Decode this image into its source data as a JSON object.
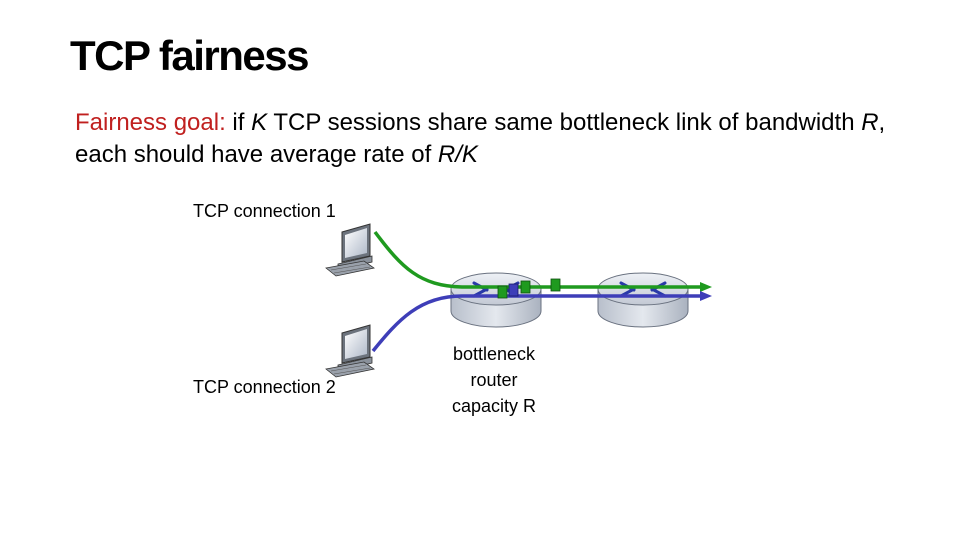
{
  "slide": {
    "title": "TCP fairness",
    "goal": {
      "label": "Fairness goal:",
      "t1": " if ",
      "k": "K",
      "t2": " TCP sessions share same bottleneck link of bandwidth ",
      "r": "R",
      "t3": ", each should have average rate of ",
      "rk": "R/K"
    }
  },
  "diagram": {
    "connection1_label": "TCP connection 1",
    "connection2_label": "TCP connection 2",
    "bottleneck_line1": "bottleneck",
    "bottleneck_line2": "router",
    "bottleneck_line3": "capacity R",
    "colors": {
      "connection1": "#1f9a1f",
      "connection2": "#3e3eb8",
      "router_fill": "#d8dde6",
      "router_arrows": "#2a3aa8",
      "highlight": "#c0201f"
    }
  }
}
